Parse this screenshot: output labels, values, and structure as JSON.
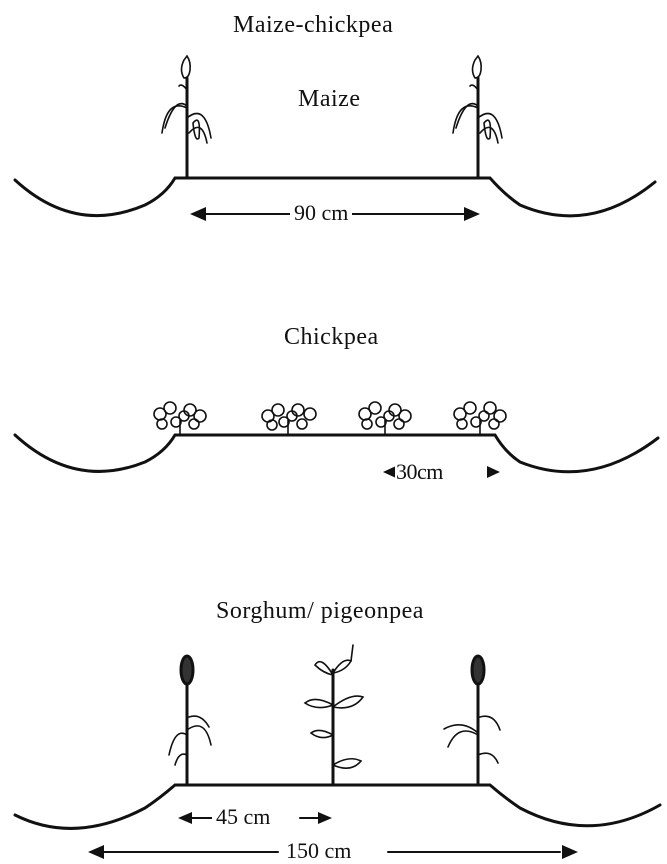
{
  "panels": {
    "maize_chickpea": {
      "heading": "Maize-chickpea",
      "crop_top": "Maize",
      "width_label": "90 cm",
      "crop_bottom": "Chickpea",
      "spacing_label": "30cm"
    },
    "sorghum_pigeonpea": {
      "heading": "Sorghum/ pigeonpea",
      "row_spacing_label": "45 cm",
      "total_width_label": "150 cm"
    }
  }
}
